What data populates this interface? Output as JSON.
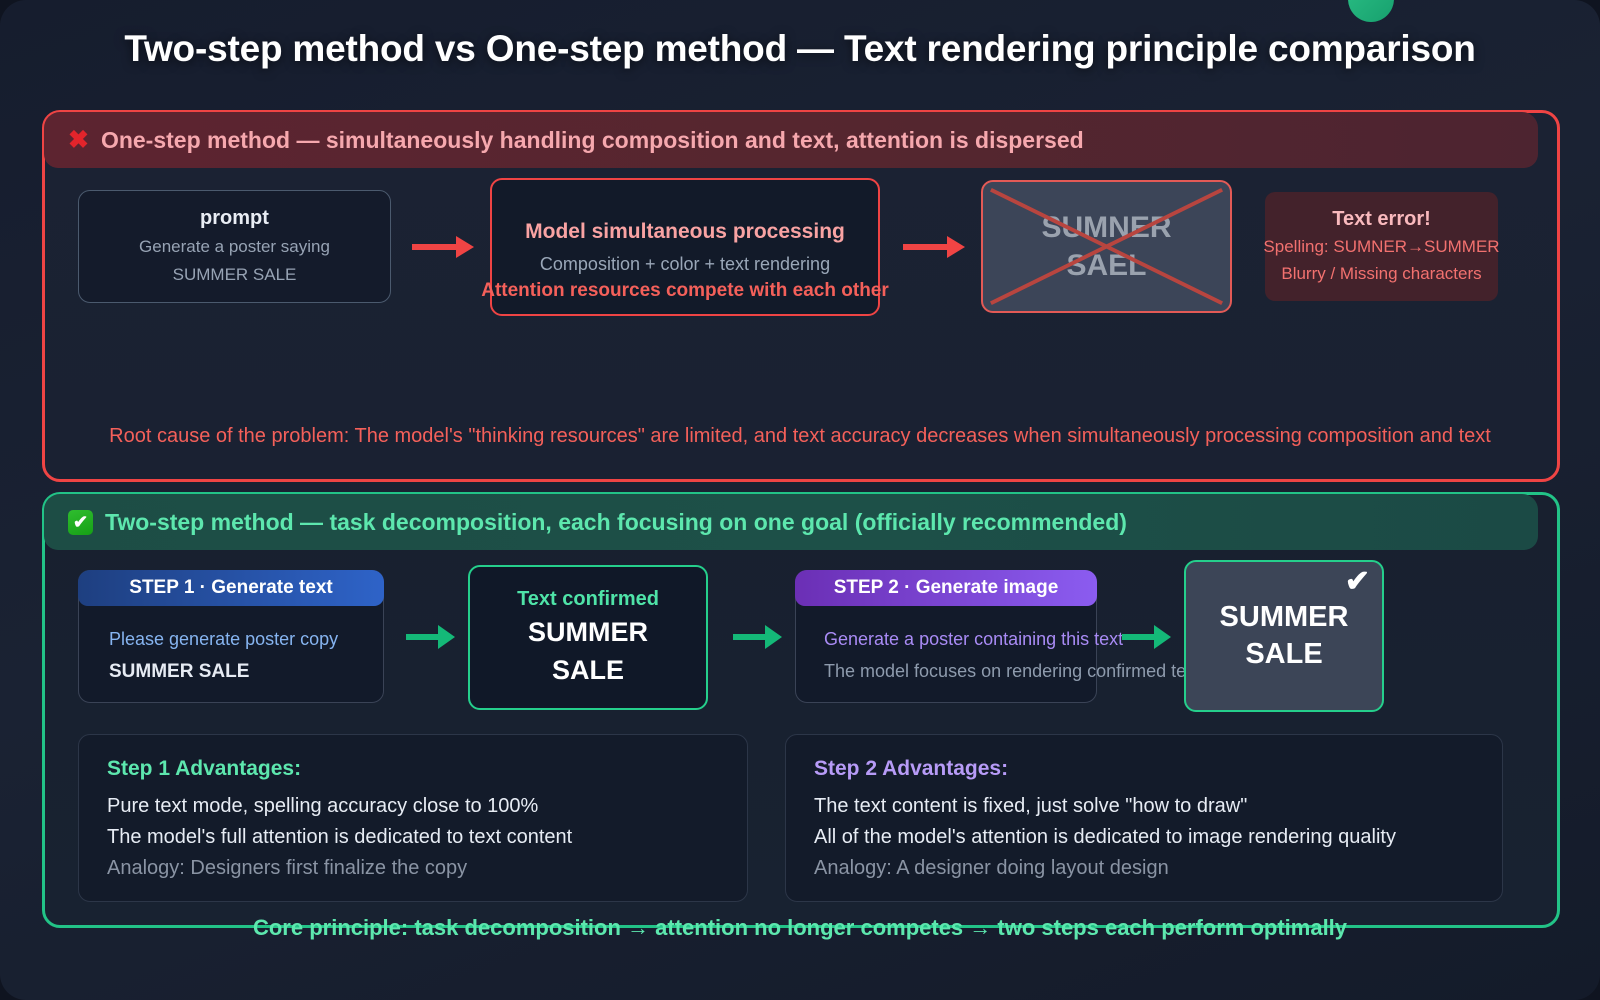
{
  "page": {
    "title": "Two-step method vs One-step method — Text rendering principle comparison",
    "accent_red": "#ef4444",
    "accent_green": "#22c387",
    "background": "#161d2e"
  },
  "one_step": {
    "mark": "✖",
    "header": "One-step method — simultaneously handling composition and text, attention is dispersed",
    "prompt_card": {
      "title": "prompt",
      "line1": "Generate a poster saying",
      "line2": "SUMMER SALE"
    },
    "arrow1": "arrow-right-red",
    "model_card": {
      "title": "Model simultaneous processing",
      "subtitle": "Composition + color + text rendering",
      "warning": "Attention resources compete with each other"
    },
    "arrow2": "arrow-right-red",
    "bad_output": {
      "line1": "SUMNER",
      "line2": "SAEL",
      "overlay": "red-cross"
    },
    "error_card": {
      "title": "Text error!",
      "line1": "Spelling: SUMNER→SUMMER",
      "line2": "Blurry / Missing characters"
    },
    "root_cause": "Root cause of the problem: The model's \"thinking resources\" are limited, and text accuracy decreases when simultaneously processing composition and text"
  },
  "two_step": {
    "mark": "✔",
    "header": "Two-step method — task decomposition, each focusing on one goal (officially recommended)",
    "step1_card": {
      "badge": "STEP 1 · Generate text",
      "line1": "Please generate poster copy",
      "line2": "SUMMER SALE"
    },
    "arrow1": "arrow-right-green",
    "confirm_card": {
      "label": "Text confirmed",
      "line1": "SUMMER",
      "line2": "SALE"
    },
    "arrow2": "arrow-right-green",
    "step2_card": {
      "badge": "STEP 2 · Generate image",
      "line1": "Generate a poster containing this text",
      "line2": "The model focuses on rendering confirmed text"
    },
    "arrow3": "arrow-right-green",
    "good_output": {
      "line1": "SUMMER",
      "line2": "SALE",
      "check": "✔"
    },
    "advantages_1": {
      "title": "Step 1 Advantages:",
      "line1": "Pure text mode, spelling accuracy close to 100%",
      "line2": "The model's full attention is dedicated to text content",
      "line3": "Analogy: Designers first finalize the copy"
    },
    "advantages_2": {
      "title": "Step 2 Advantages:",
      "line1": "The text content is fixed, just solve \"how to draw\"",
      "line2": "All of the model's attention is dedicated to image rendering quality",
      "line3": "Analogy: A designer doing layout design"
    },
    "core_principle": "Core principle: task decomposition → attention no longer competes → two steps each perform optimally"
  }
}
